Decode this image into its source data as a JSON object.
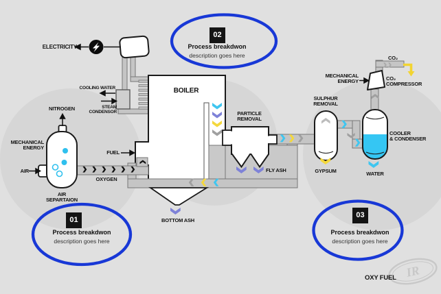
{
  "diagram": {
    "labels": {
      "electricity": "ELECTRICITY",
      "cooling_water": "COOLING WATER",
      "steam_condensor": {
        "l1": "STEAM",
        "l2": "CONDENSOR"
      },
      "nitrogen": "NITROGEN",
      "mechanical_energy_left": {
        "l1": "MECHANICAL",
        "l2": "ENERGY"
      },
      "air": "AIR",
      "air_separation": {
        "l1": "AIR",
        "l2": "SEPARTAION"
      },
      "oxygen": "OXYGEN",
      "fuel": "FUEL",
      "boiler": "BOILER",
      "particle_removal": {
        "l1": "PARTICLE",
        "l2": "REMOVAL"
      },
      "fly_ash": "FLY ASH",
      "bottom_ash": "BOTTOM ASH",
      "sulphur_removal": {
        "l1": "SULPHUR",
        "l2": "REMOVAL"
      },
      "gypsum": "GYPSUM",
      "cooler_condenser": {
        "l1": "COOLER",
        "l2": "& CONDENSER"
      },
      "water": "WATER",
      "mechanical_energy_right": {
        "l1": "MECHANICAL",
        "l2": "ENERGY"
      },
      "co2": "CO₂",
      "co2_compressor": {
        "l1": "CO₂",
        "l2": "COMPRESSOR"
      },
      "oxy_fuel": "OXY FUEL",
      "watermark": "IR"
    },
    "callouts": [
      {
        "number": "01",
        "title": "Process breakdwon",
        "description": "description goes here"
      },
      {
        "number": "02",
        "title": "Process breakdwon",
        "description": "description goes here"
      },
      {
        "number": "03",
        "title": "Process breakdwon",
        "description": "description goes here"
      }
    ],
    "colors": {
      "background": "#e0e0e0",
      "watermark_circle": "#d6d6d6",
      "pipe_fill": "#c5c5c5",
      "pipe_outline": "#767676",
      "vessel_outline": "#1a1a1a",
      "callout_blue": "#1838d6",
      "flow_cyan": "#3fc6f0",
      "flow_purple": "#7e82d8",
      "flow_yellow": "#f4d83c",
      "flow_gray": "#a0a0a0",
      "liquid_cyan": "#35c6f3"
    }
  }
}
